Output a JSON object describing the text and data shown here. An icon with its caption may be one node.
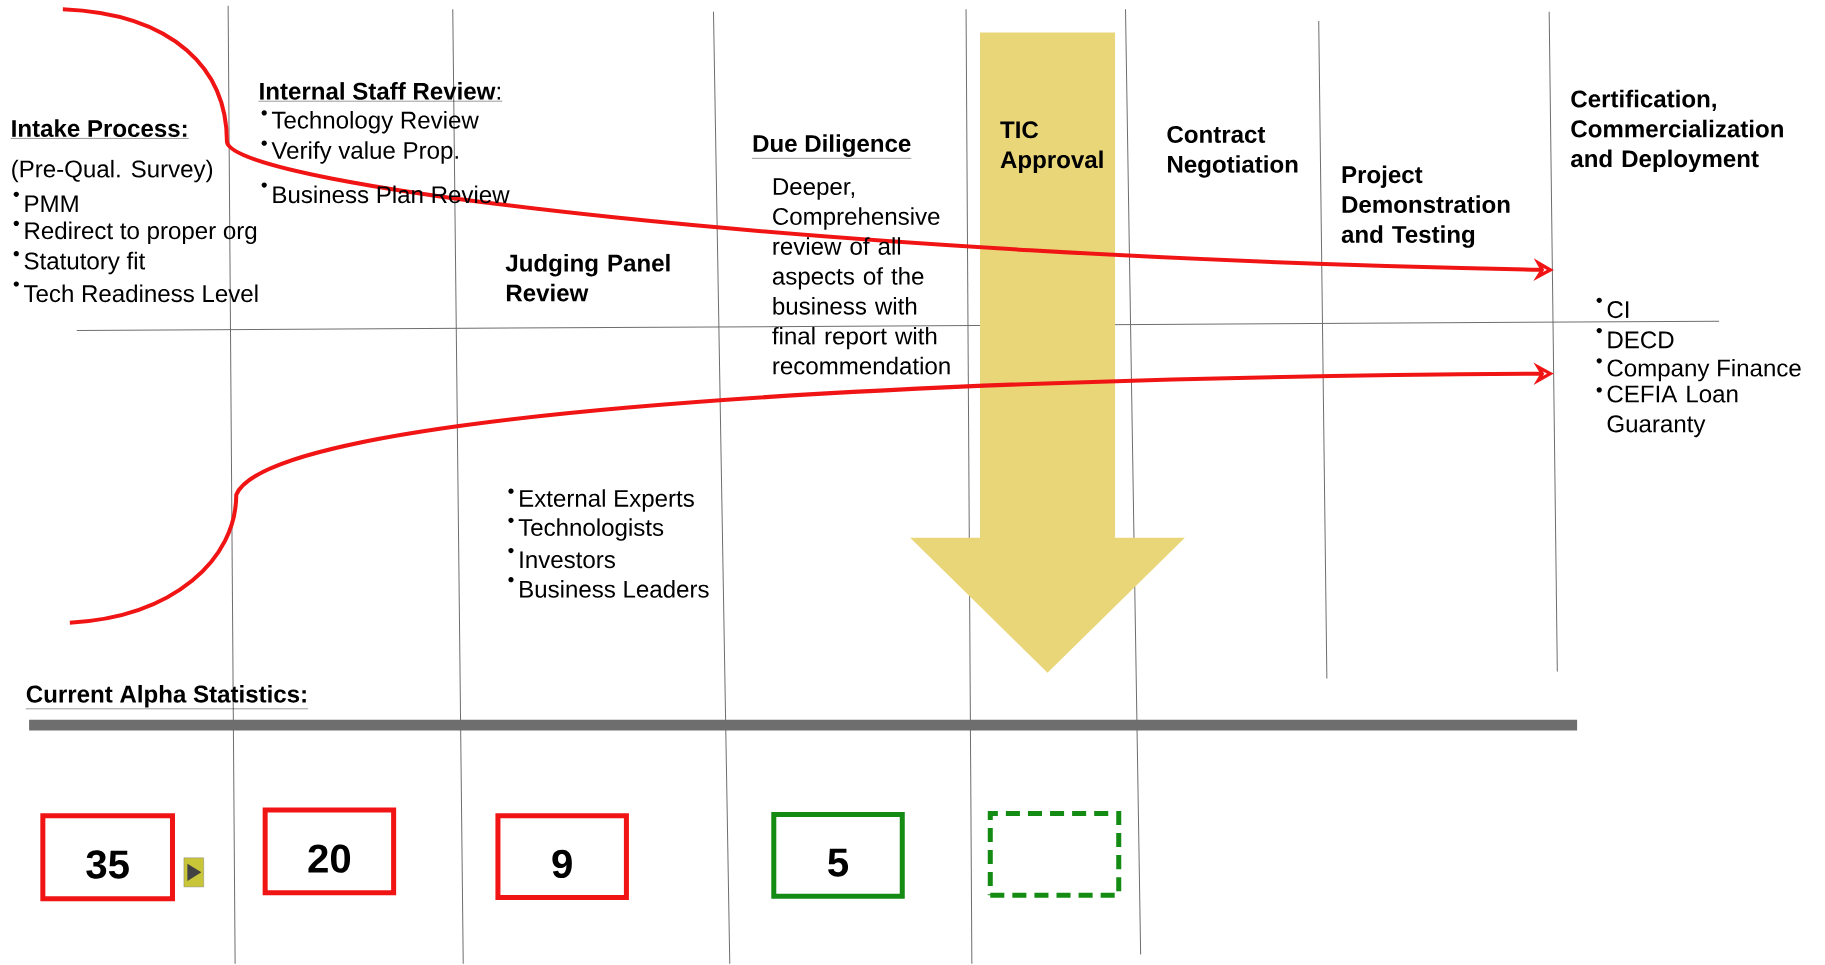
{
  "diagram": {
    "nodes": [
      {
        "text": [
          "35"
        ]
      },
      {
        "text": [
          "20"
        ]
      },
      {
        "text": [
          "9"
        ]
      },
      {
        "text": [
          "5"
        ]
      },
      {
        "text": [],
        "shape": "box"
      }
    ],
    "labels": [
      "Intake Process:",
      "(Pre-Qual.  Survey)",
      "PMM",
      "Redirect to proper org",
      "Statutory fit",
      "Tech Readiness Level",
      "**Internal Staff Review**:",
      "Technology Review",
      "Verify value Prop.",
      "Business Plan Review",
      "Judging Panel Review",
      "External Experts",
      "Technologists",
      "Investors",
      "Business Leaders",
      "Due Diligence",
      "Deeper, Comprehensive review of all aspects of the business with final report with recommendation",
      "TIC Approval",
      "Contract Negotiation",
      "Project Demonstration and Testing",
      "Certification, Commercialization and Deployment",
      "CI",
      "DECD",
      "Company Finance",
      "CEFIA  Loan Guaranty",
      "Current Alpha Statistics:"
    ]
  }
}
